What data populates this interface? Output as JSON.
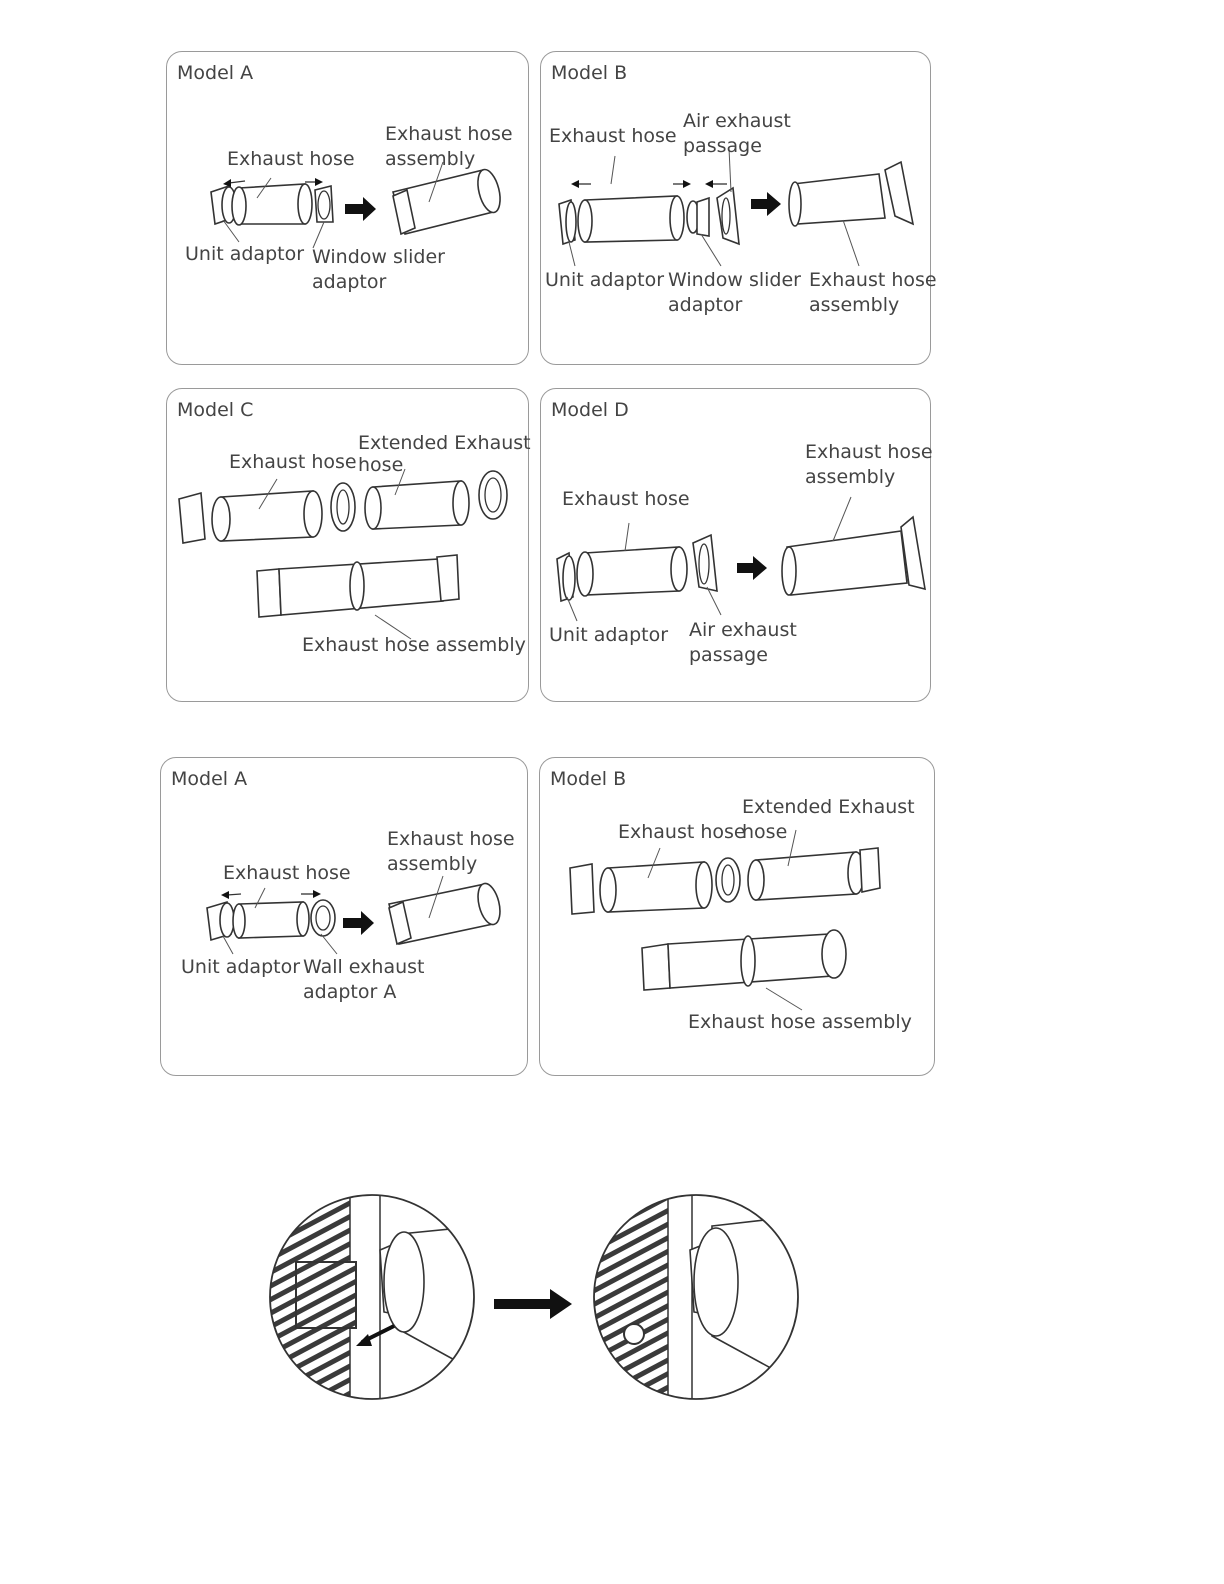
{
  "top_panels": [
    {
      "title": "Model A",
      "labels": {
        "exhaust_hose": "Exhaust hose",
        "assembly_1": "Exhaust hose",
        "assembly_2": "assembly",
        "unit_adaptor": "Unit adaptor",
        "window_1": "Window slider",
        "window_2": "adaptor"
      }
    },
    {
      "title": "Model B",
      "labels": {
        "exhaust_hose": "Exhaust hose",
        "air_1": "Air exhaust",
        "air_2": "passage",
        "unit_adaptor": "Unit adaptor",
        "window_1": "Window slider",
        "window_2": "adaptor",
        "assembly_1": "Exhaust hose",
        "assembly_2": "assembly"
      }
    },
    {
      "title": "Model C",
      "labels": {
        "exhaust_hose": "Exhaust hose",
        "ext_1": "Extended Exhaust",
        "ext_2": "hose",
        "assembly": "Exhaust hose assembly"
      }
    },
    {
      "title": "Model D",
      "labels": {
        "assembly_1": "Exhaust hose",
        "assembly_2": "assembly",
        "exhaust_hose": "Exhaust hose",
        "unit_adaptor": "Unit adaptor",
        "air_1": "Air exhaust",
        "air_2": "passage"
      }
    }
  ],
  "bottom_panels": [
    {
      "title": "Model A",
      "labels": {
        "exhaust_hose": "Exhaust hose",
        "assembly_1": "Exhaust hose",
        "assembly_2": "assembly",
        "unit_adaptor": "Unit adaptor",
        "wall_1": "Wall exhaust",
        "wall_2": "adaptor A"
      }
    },
    {
      "title": "Model B",
      "labels": {
        "exhaust_hose": "Exhaust hose",
        "ext_1": "Extended Exhaust",
        "ext_2": "hose",
        "assembly": "Exhaust hose assembly"
      }
    }
  ],
  "colors": {
    "ink": "#333333",
    "frame": "#9a9a9a",
    "arrow": "#111111"
  }
}
